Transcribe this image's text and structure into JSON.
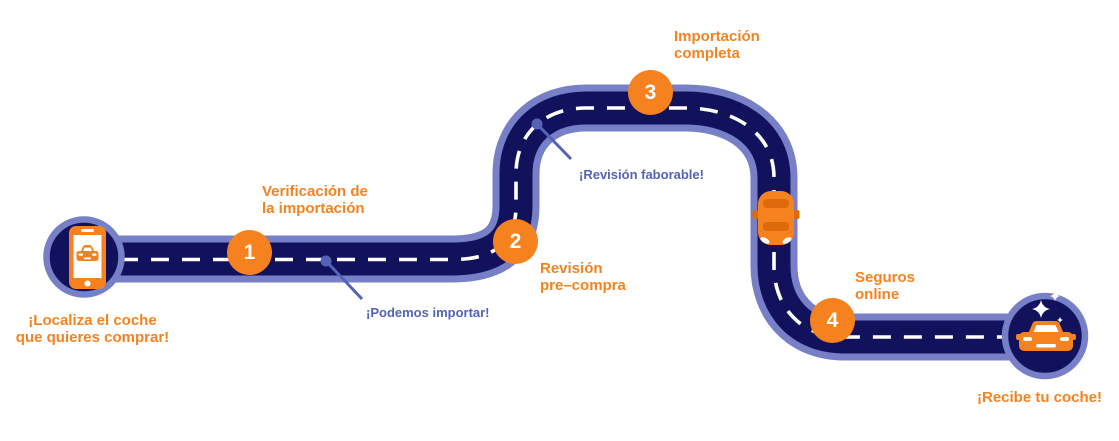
{
  "title": "car-import-roadmap",
  "palette": {
    "road_navy": "#12125C",
    "road_edge_periwinkle": "#7780C7",
    "accent_orange": "#F6821F",
    "dark_orange": "#DD6B0A",
    "callout_blue": "#5463B8",
    "dash_white": "#FFFFFF"
  },
  "start": {
    "icon": "smartphone-car-icon",
    "caption_line1": "¡Localiza el coche",
    "caption_line2": "que quieres comprar!"
  },
  "end": {
    "icon": "new-car-sparkles-icon",
    "caption": "¡Recibe tu coche!"
  },
  "steps": [
    {
      "number": "1",
      "label_line1": "Verificación de",
      "label_line2": "la importación"
    },
    {
      "number": "2",
      "label_line1": "Revisión",
      "label_line2": "pre–compra"
    },
    {
      "number": "3",
      "label_line1": "Importación",
      "label_line2": "completa"
    },
    {
      "number": "4",
      "label_line1": "Seguros",
      "label_line2": "online"
    }
  ],
  "callouts": [
    {
      "text": "¡Podemos importar!"
    },
    {
      "text": "¡Revisión faborable!"
    }
  ]
}
